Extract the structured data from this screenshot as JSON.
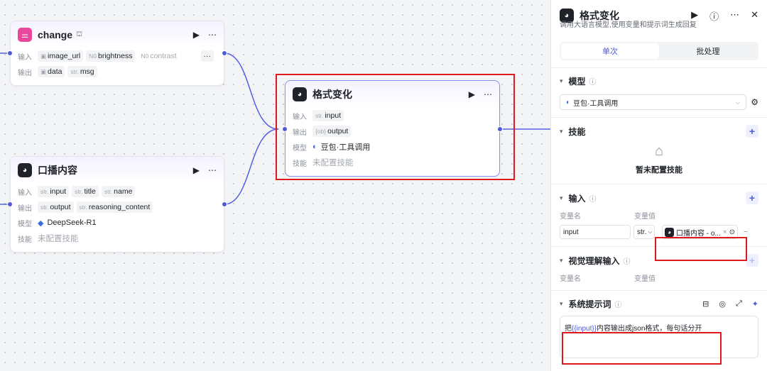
{
  "colors": {
    "accent": "#4e5ad8",
    "highlight_red": "#e0191e",
    "node_pink": "#e8479b"
  },
  "nodes": {
    "change": {
      "title": "change",
      "badge_icon": "store-icon",
      "input_label": "输入",
      "inputs": [
        {
          "type": "image",
          "name": "image_url"
        },
        {
          "type": "N0",
          "name": "brightness"
        },
        {
          "type": "N0",
          "name": "contrast"
        }
      ],
      "more": "···",
      "output_label": "输出",
      "outputs": [
        {
          "type": "image",
          "name": "data"
        },
        {
          "type": "str.",
          "name": "msg"
        }
      ]
    },
    "broadcast": {
      "title": "口播内容",
      "input_label": "输入",
      "inputs": [
        {
          "type": "str.",
          "name": "input"
        },
        {
          "type": "str.",
          "name": "title"
        },
        {
          "type": "str.",
          "name": "name"
        }
      ],
      "output_label": "输出",
      "outputs": [
        {
          "type": "str.",
          "name": "output"
        },
        {
          "type": "str.",
          "name": "reasoning_content"
        }
      ],
      "model_label": "模型",
      "model": "DeepSeek-R1",
      "skill_label": "技能",
      "skill_value": "未配置技能"
    },
    "format": {
      "title": "格式变化",
      "input_label": "输入",
      "input": {
        "type": "str.",
        "name": "input"
      },
      "output_label": "输出",
      "output": {
        "type": "{ob}",
        "name": "output"
      },
      "model_label": "模型",
      "model": "豆包·工具调用",
      "skill_label": "技能",
      "skill_value": "未配置技能"
    }
  },
  "panel": {
    "title": "格式变化",
    "description": "调用大语言模型,使用变量和提示词生成回复",
    "tabs": [
      "单次",
      "批处理"
    ],
    "model_section": {
      "title": "模型",
      "selected": "豆包·工具调用"
    },
    "skill_section": {
      "title": "技能",
      "empty_text": "暂未配置技能"
    },
    "input_section": {
      "title": "输入",
      "col_name": "变量名",
      "col_value": "变量值",
      "var_name": "input",
      "var_type": "str.",
      "var_ref": "口播内容 - o..."
    },
    "vision_section": {
      "title": "视觉理解输入",
      "col_name": "变量名",
      "col_value": "变量值"
    },
    "prompt_section": {
      "title": "系统提示词",
      "prompt_prefix": "把",
      "prompt_var": "{{input}}",
      "prompt_suffix": "内容输出成json格式，每句话分开"
    }
  }
}
